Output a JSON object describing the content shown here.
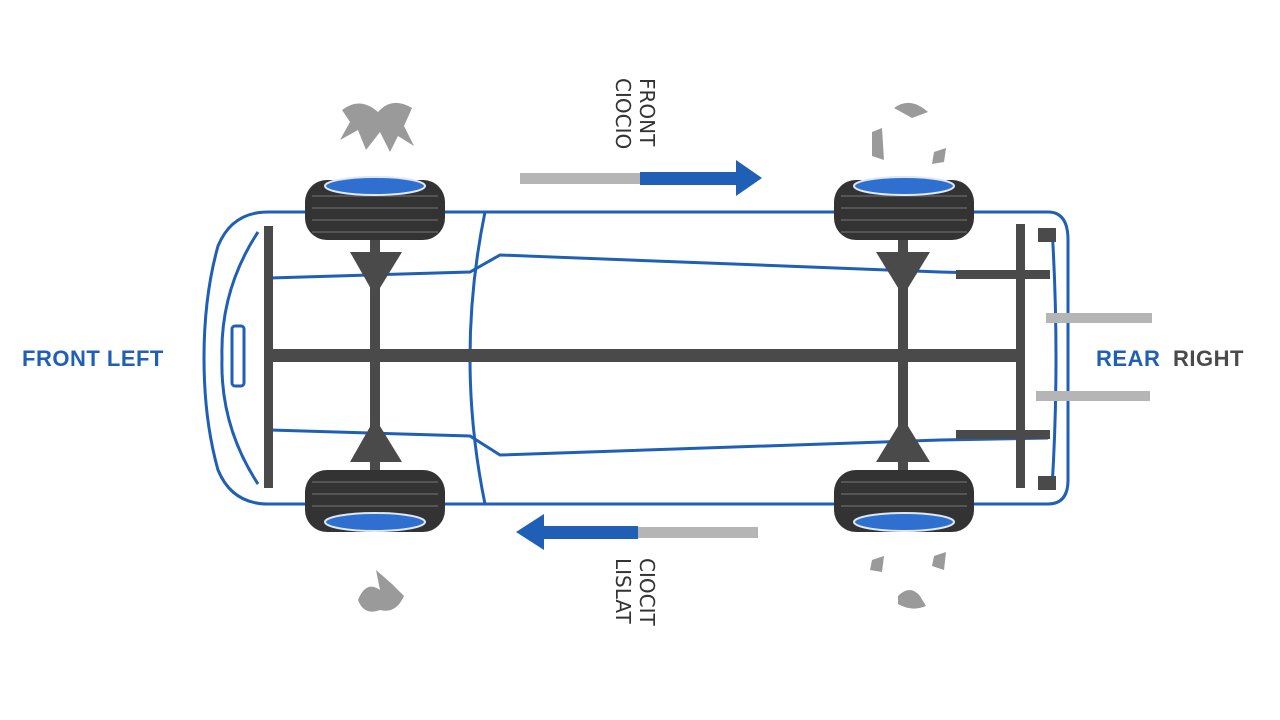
{
  "labels": {
    "front_left": "FRONT LEFT",
    "rear_word": "REAR",
    "right_word": "RIGHT",
    "top_line_1": "FRONT",
    "top_line_2": "CIOCIO",
    "bottom_line_1": "CIOCIT",
    "bottom_line_2": "LISLAT"
  },
  "colors": {
    "blue": "#1f5fb5",
    "frame": "#4a4a4a",
    "tire": "#333333",
    "gray": "#b5b5b5",
    "rim_blue": "#2e6fcf"
  },
  "icons": {
    "arrow_top": "arrow-right-icon",
    "arrow_bottom": "arrow-left-icon",
    "marks": "splash-mark-icon"
  }
}
